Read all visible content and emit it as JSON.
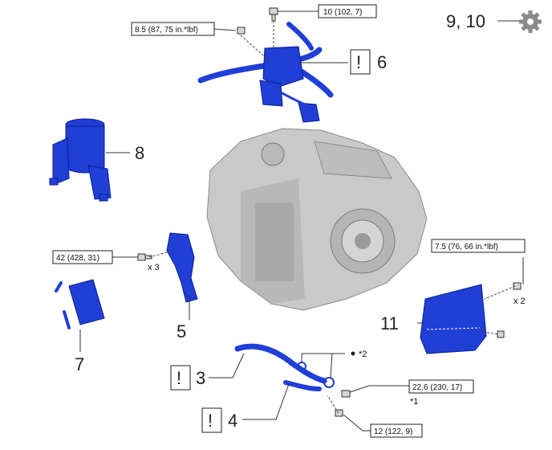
{
  "callouts": {
    "c3": "3",
    "c4": "4",
    "c5": "5",
    "c6": "6",
    "c7": "7",
    "c8": "8",
    "c9_10": "9, 10",
    "c11": "11"
  },
  "torques": {
    "t_10": "10 (102, 7)",
    "t_8_5": "8.5 (87, 75 in.*lbf)",
    "t_42": "42 (428, 31)",
    "t_7_5": "7.5 (76, 66 in.*lbf)",
    "t_22_6": "22.6 (230, 17)",
    "t_12": "12 (122, 9)"
  },
  "notes": {
    "x3": "x 3",
    "x2": "x 2",
    "star1": "*1",
    "star2": "*2",
    "caution": "!"
  },
  "icons": {
    "settings": "gear-icon"
  },
  "colors": {
    "part_blue": "#1f3fd6",
    "housing_grey": "#c9c9c9",
    "gear_grey": "#8a8a8a"
  }
}
